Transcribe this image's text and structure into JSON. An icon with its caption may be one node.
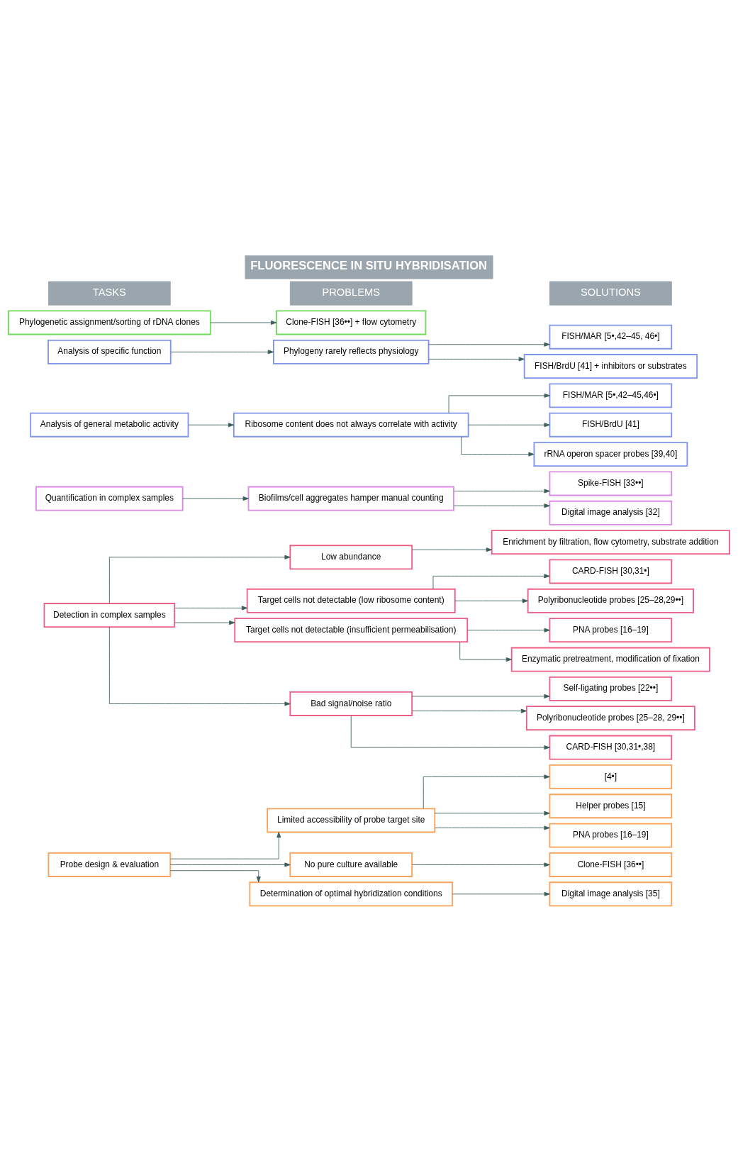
{
  "diagram": {
    "title": "FLUORESCENCE IN SITU HYBRIDISATION",
    "nodes": [
      {
        "text": [
          "Probe design & evaluation"
        ]
      },
      {
        "text": [
          "Limited accessibility of probe target site"
        ]
      },
      {
        "text": [
          "[4•]"
        ]
      },
      {
        "text": [
          "Helper probes [15]"
        ]
      },
      {
        "text": [
          "PNA probes [16–19]"
        ]
      },
      {
        "text": [
          "No pure culture available"
        ]
      },
      {
        "text": [
          "Clone-FISH [36••]"
        ]
      },
      {
        "text": [
          "Determination of optimal hybridization conditions"
        ]
      },
      {
        "text": [
          "Digital image analysis [35]"
        ]
      },
      {
        "text": [
          "Detection in complex samples"
        ]
      },
      {
        "text": [
          "Low abundance"
        ]
      },
      {
        "text": [
          "Enrichment by filtration, flow cytometry, substrate addition"
        ]
      },
      {
        "text": [
          "Target cells not detectable (low ribosome content)"
        ]
      },
      {
        "text": [
          "CARD-FISH [30,31•]"
        ]
      },
      {
        "text": [
          "Polyribonucleotide probes [25–28,29••]"
        ]
      },
      {
        "text": [
          "Target cells not detectable (insufficient permeabilisation)"
        ]
      },
      {
        "text": [
          "PNA probes [16–19]"
        ]
      },
      {
        "text": [
          "Enzymatic pretreatment, modification of fixation"
        ]
      },
      {
        "text": [
          "Bad signal/noise ratio"
        ]
      },
      {
        "text": [
          "Self-ligating probes [22••]"
        ]
      },
      {
        "text": [
          "Polyribonucleotide probes [25–28, 29••]"
        ]
      },
      {
        "text": [
          "CARD-FISH [30,31•,38]"
        ]
      },
      {
        "text": [
          "Quantification in complex samples"
        ]
      },
      {
        "text": [
          "Biofilms/cell aggregates hamper manual counting"
        ]
      },
      {
        "text": [
          "Spike-FISH [33••]"
        ]
      },
      {
        "text": [
          "Digital image analysis [32]"
        ]
      },
      {
        "text": [
          "Analysis of general metabolic activity"
        ]
      },
      {
        "text": [
          "Ribosome content does not always correlate with activity"
        ]
      },
      {
        "text": [
          "FISH/MAR [5•,42–45,46•]"
        ]
      },
      {
        "text": [
          "FISH/BrdU [41]"
        ]
      },
      {
        "text": [
          "rRNA operon spacer probes [39,40]"
        ]
      },
      {
        "text": [
          "Analysis of specific function"
        ]
      },
      {
        "text": [
          "Phylogeny rarely reflects physiology"
        ]
      },
      {
        "text": [
          "FISH/MAR [5•,42–45, 46•]"
        ]
      },
      {
        "text": [
          "FISH/BrdU [41] + inhibitors or substrates"
        ]
      },
      {
        "text": [
          "Phylogenetic assignment/sorting of rDNA clones"
        ]
      },
      {
        "text": [
          "Clone-FISH [36••] + flow cytometry"
        ]
      }
    ],
    "edges": [
      {
        "from": 0,
        "to": 1,
        "arrow": "to"
      },
      {
        "from": 0,
        "to": 5,
        "arrow": "to"
      },
      {
        "from": 0,
        "to": 7,
        "arrow": "to"
      },
      {
        "from": 1,
        "to": 2,
        "arrow": "to"
      },
      {
        "from": 1,
        "to": 3,
        "arrow": "to"
      },
      {
        "from": 1,
        "to": 4,
        "arrow": "to"
      },
      {
        "from": 5,
        "to": 6,
        "arrow": "to"
      },
      {
        "from": 7,
        "to": 8,
        "arrow": "to"
      },
      {
        "from": 9,
        "to": 10,
        "arrow": "to"
      },
      {
        "from": 9,
        "to": 12,
        "arrow": "to"
      },
      {
        "from": 9,
        "to": 15,
        "arrow": "to"
      },
      {
        "from": 9,
        "to": 18,
        "arrow": "to"
      },
      {
        "from": 10,
        "to": 11,
        "arrow": "to"
      },
      {
        "from": 12,
        "to": 13,
        "arrow": "to"
      },
      {
        "from": 12,
        "to": 14,
        "arrow": "to"
      },
      {
        "from": 15,
        "to": 16,
        "arrow": "to"
      },
      {
        "from": 15,
        "to": 17,
        "arrow": "to"
      },
      {
        "from": 18,
        "to": 19,
        "arrow": "to"
      },
      {
        "from": 18,
        "to": 20,
        "arrow": "to"
      },
      {
        "from": 18,
        "to": 21,
        "arrow": "to"
      },
      {
        "from": 22,
        "to": 23,
        "arrow": "to"
      },
      {
        "from": 23,
        "to": 24,
        "arrow": "to"
      },
      {
        "from": 23,
        "to": 25,
        "arrow": "to"
      },
      {
        "from": 26,
        "to": 27,
        "arrow": "to"
      },
      {
        "from": 27,
        "to": 28,
        "arrow": "to"
      },
      {
        "from": 27,
        "to": 29,
        "arrow": "to"
      },
      {
        "from": 27,
        "to": 30,
        "arrow": "to"
      },
      {
        "from": 31,
        "to": 32,
        "arrow": "to"
      },
      {
        "from": 32,
        "to": 33,
        "arrow": "to"
      },
      {
        "from": 32,
        "to": 34,
        "arrow": "to"
      },
      {
        "from": 35,
        "to": 36,
        "arrow": "to"
      }
    ],
    "labels": [
      "TASKS",
      "PROBLEMS",
      "SOLUTIONS"
    ]
  }
}
